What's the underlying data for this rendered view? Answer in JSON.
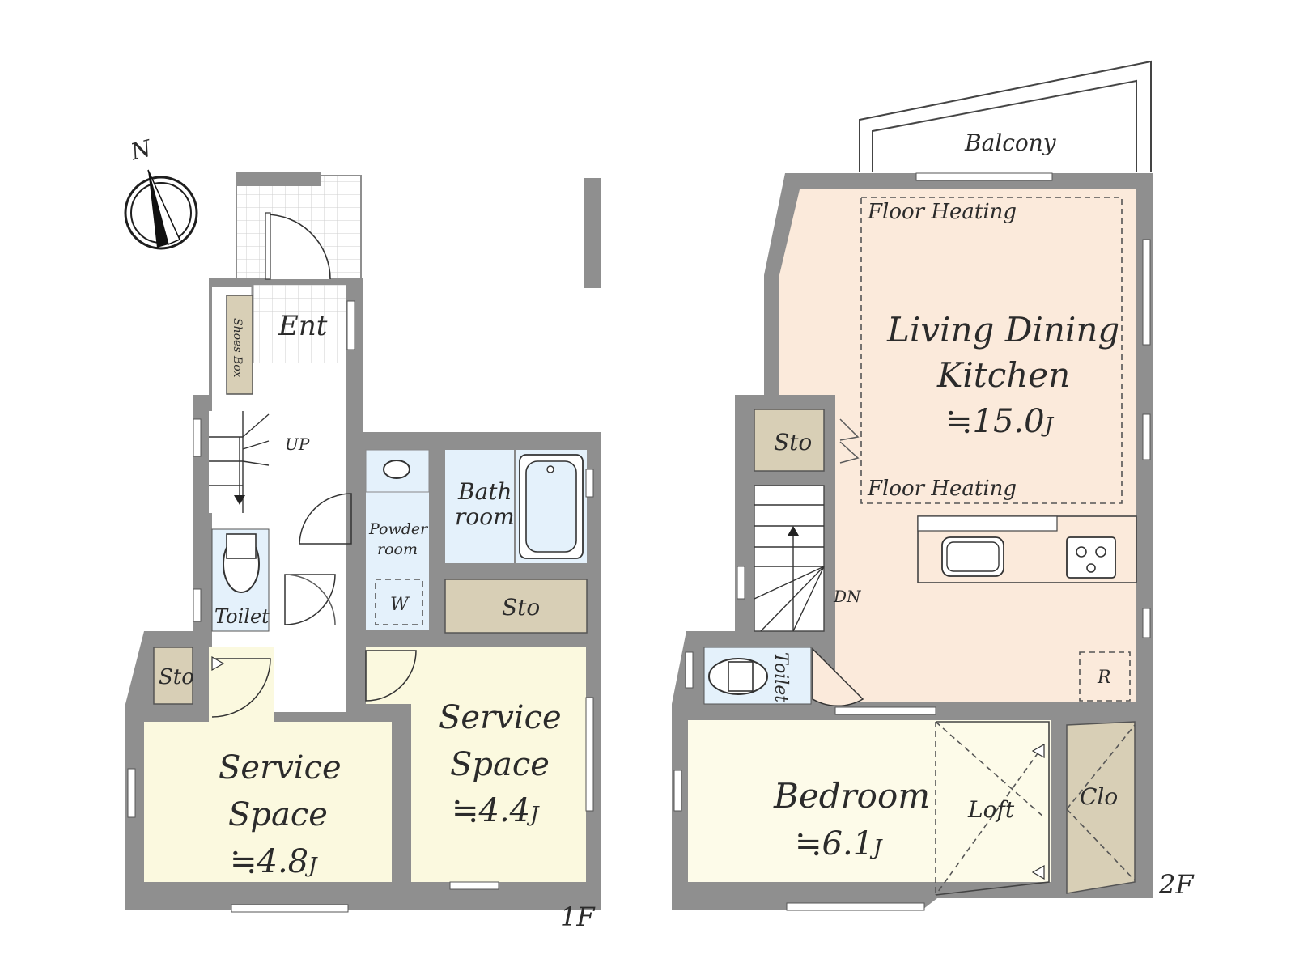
{
  "compass": {
    "north_label": "N"
  },
  "floor1": {
    "label": "1F",
    "rooms": {
      "entrance": {
        "label": "Ent"
      },
      "shoes_box": {
        "label": "Shoes Box"
      },
      "stairs": {
        "label": "UP"
      },
      "toilet": {
        "label": "Toilet"
      },
      "powder_room": {
        "line1": "Powder",
        "line2": "room"
      },
      "washer": {
        "label": "W"
      },
      "bathroom": {
        "line1": "Bath",
        "line2": "room"
      },
      "storage_a": {
        "label": "Sto"
      },
      "storage_b": {
        "label": "Sto"
      },
      "service_space_west": {
        "line1": "Service",
        "line2": "Space",
        "area": "≒4.8",
        "unit": "J"
      },
      "service_space_east": {
        "line1": "Service",
        "line2": "Space",
        "area": "≒4.4",
        "unit": "J"
      }
    }
  },
  "floor2": {
    "label": "2F",
    "rooms": {
      "balcony": {
        "label": "Balcony"
      },
      "floor_heating_top": {
        "label": "Floor Heating"
      },
      "floor_heating_bottom": {
        "label": "Floor Heating"
      },
      "ldk": {
        "line1": "Living Dining",
        "line2": "Kitchen",
        "area": "≒15.0",
        "unit": "J"
      },
      "storage": {
        "label": "Sto"
      },
      "stairs": {
        "label": "DN"
      },
      "toilet": {
        "label": "Toilet"
      },
      "refrigerator": {
        "label": "R"
      },
      "bedroom": {
        "line1": "Bedroom",
        "area": "≒6.1",
        "unit": "J"
      },
      "loft": {
        "label": "Loft"
      },
      "closet": {
        "label": "Clo"
      }
    }
  },
  "colors": {
    "wall": "#8f8f8f",
    "service_space": "#fbf9df",
    "bedroom": "#fdfbe9",
    "ldk": "#fbeadb",
    "wet_area": "#e4f1fb",
    "storage": "#d8cfb6",
    "entrance_tile": "#e8e8e8"
  }
}
